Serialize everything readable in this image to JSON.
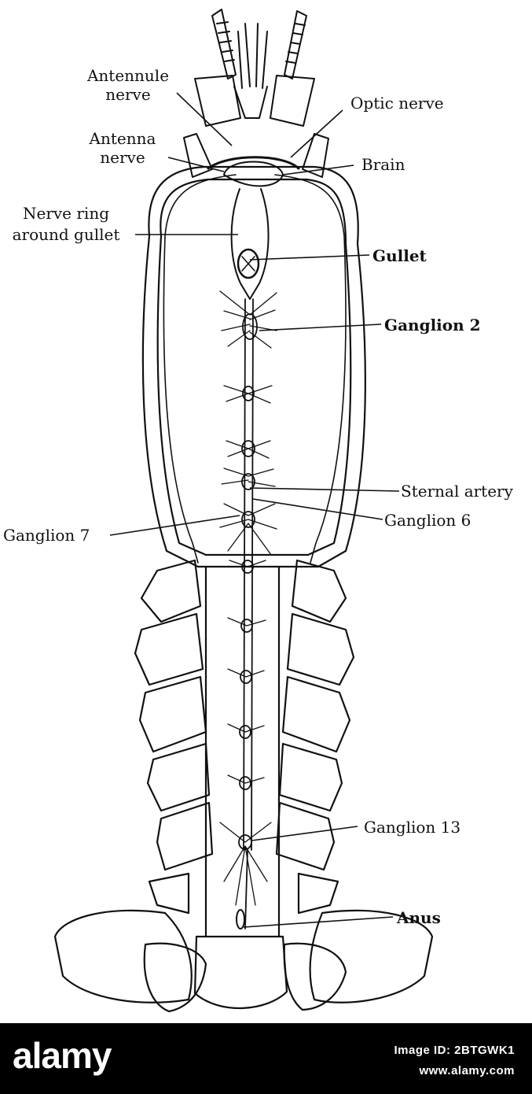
{
  "labels": {
    "antennule_nerve_1": "Antennule",
    "antennule_nerve_2": "nerve",
    "antenna_nerve_1": "Antenna",
    "antenna_nerve_2": "nerve",
    "optic_nerve": "Optic nerve",
    "brain": "Brain",
    "nerve_ring_1": "Nerve ring",
    "nerve_ring_2": "around gullet",
    "gullet": "Gullet",
    "ganglion_2": "Ganglion 2",
    "sternal_artery": "Sternal artery",
    "ganglion_7": "Ganglion 7",
    "ganglion_6": "Ganglion 6",
    "ganglion_13": "Ganglion 13",
    "anus": "Anus"
  },
  "watermark": {
    "logo": "alamy",
    "image_id": "Image ID: 2BTGWK1",
    "url": "www.alamy.com"
  },
  "colors": {
    "ink": "#111111",
    "background": "#ffffff",
    "footer": "#000000"
  }
}
